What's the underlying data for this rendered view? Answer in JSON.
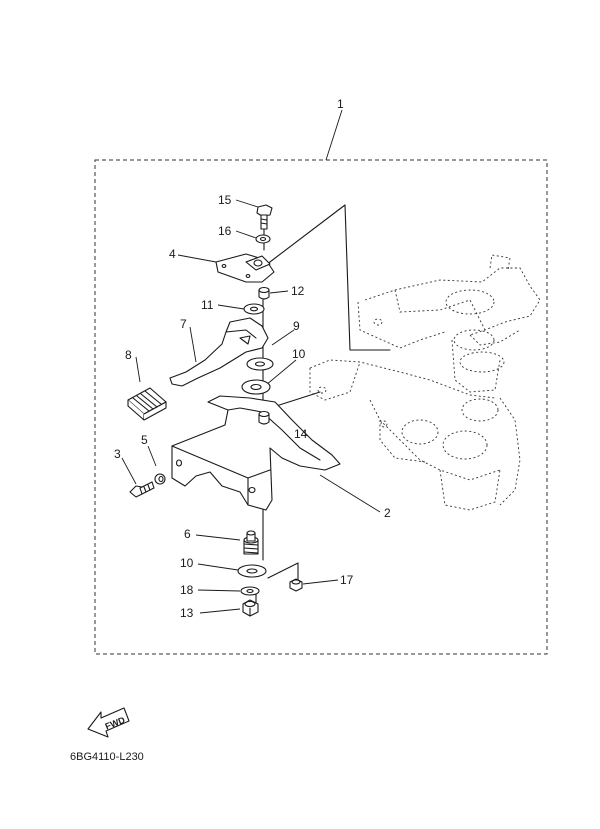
{
  "diagram": {
    "callouts": [
      {
        "id": "c1",
        "text": "1"
      },
      {
        "id": "c2",
        "text": "2"
      },
      {
        "id": "c3",
        "text": "3"
      },
      {
        "id": "c4",
        "text": "4"
      },
      {
        "id": "c5",
        "text": "5"
      },
      {
        "id": "c6",
        "text": "6"
      },
      {
        "id": "c7",
        "text": "7"
      },
      {
        "id": "c8",
        "text": "8"
      },
      {
        "id": "c9",
        "text": "9"
      },
      {
        "id": "c10a",
        "text": "10"
      },
      {
        "id": "c10b",
        "text": "10"
      },
      {
        "id": "c11",
        "text": "11"
      },
      {
        "id": "c12",
        "text": "12"
      },
      {
        "id": "c13",
        "text": "13"
      },
      {
        "id": "c14",
        "text": "14"
      },
      {
        "id": "c15",
        "text": "15"
      },
      {
        "id": "c16",
        "text": "16"
      },
      {
        "id": "c17",
        "text": "17"
      },
      {
        "id": "c18",
        "text": "18"
      }
    ],
    "direction_badge": "FWD",
    "drawing_code": "6BG4110-L230"
  }
}
